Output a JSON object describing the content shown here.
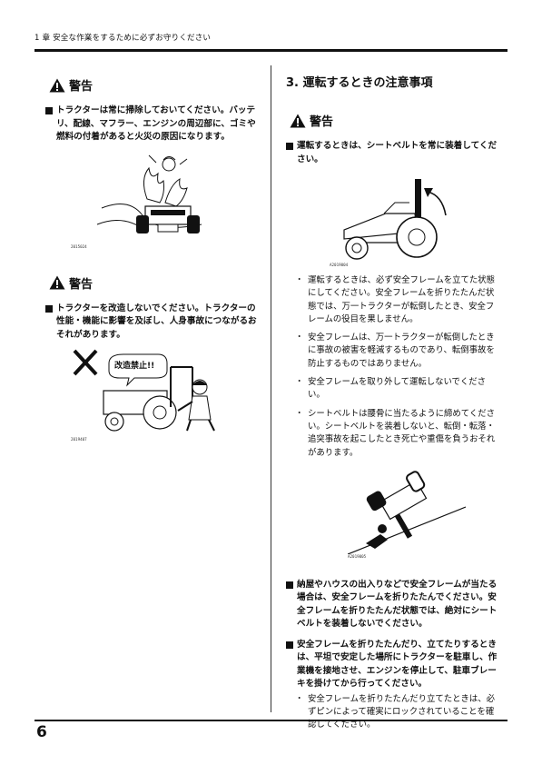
{
  "header": {
    "running_title": "1 章  安全な作業をするために必ずお守りください"
  },
  "page_number": "6",
  "left": {
    "warning1": {
      "title": "警告",
      "text": "トラクターは常に掃除しておいてください。バッテリ、配線、マフラー、エンジンの周辺部に、ゴミや燃料の付着があると火災の原因になります。",
      "figure_code": "2015024"
    },
    "warning2": {
      "title": "警告",
      "text": "トラクターを改造しないでください。トラクターの性能・機能に影響を及ぼし、人身事故につながるおそれがあります。",
      "figure_code": "2019407",
      "sign_text": "改造禁止!!"
    }
  },
  "right": {
    "section_title": "3.  運転するときの注意事項",
    "warning_title": "警告",
    "main_text": "運転するときは、シートベルトを常に装着してください。",
    "figure1_code": "A2019004",
    "bullets": [
      "運転するときは、必ず安全フレームを立てた状態にしてください。安全フレームを折りたたんだ状態では、万一トラクターが転倒したとき、安全フレームの役目を果しません。",
      "安全フレームは、万一トラクターが転倒したときに事故の被害を軽減するものであり、転倒事故を防止するものではありません。",
      "安全フレームを取り外して運転しないでください。",
      "シートベルトは腰骨に当たるように締めてください。シートベルトを装着しないと、転倒・転落・追突事故を起こしたとき死亡や重傷を負うおそれがあります。"
    ],
    "figure2_code": "A2019005",
    "item2": "納屋やハウスの出入りなどで安全フレームが当たる場合は、安全フレームを折りたたんでください。安全フレームを折りたたんだ状態では、絶対にシートベルトを装着しないでください。",
    "item3": "安全フレームを折りたたんだり、立てたりするときは、平坦で安定した場所にトラクターを駐車し、作業機を接地させ、エンジンを停止して、駐車ブレーキを掛けてから行ってください。",
    "item3_bullet": "安全フレームを折りたたんだり立てたときは、必ずピンによって確実にロックされていることを確認してください。"
  },
  "icons": {
    "warning": "warning-triangle-icon",
    "prohibited": "cross-mark-icon"
  },
  "colors": {
    "ink": "#111111",
    "paper": "#ffffff"
  }
}
